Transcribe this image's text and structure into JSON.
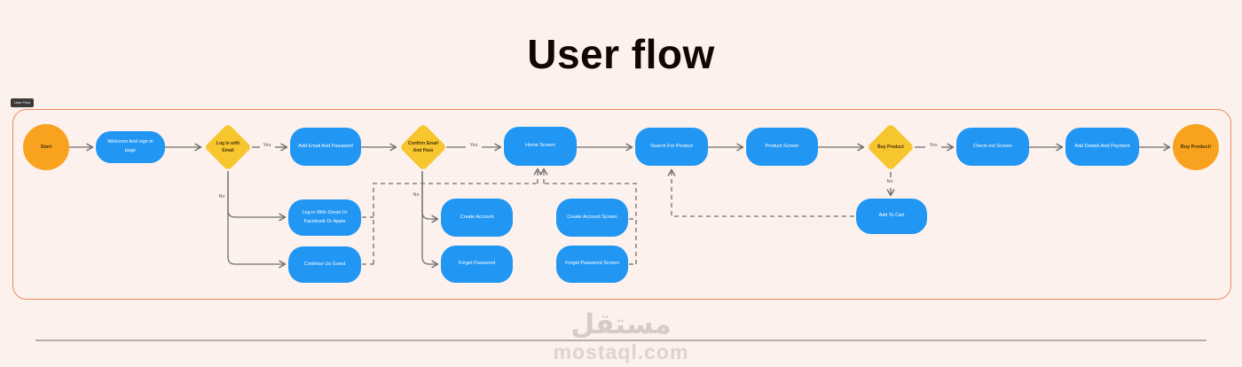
{
  "page": {
    "title": "User flow",
    "frame_label": "User Flow"
  },
  "theme": {
    "accent_blue": "#2196F3",
    "accent_orange": "#F9A21F",
    "accent_yellow": "#F7C52E",
    "canvas_bg": "#FCF1EC",
    "frame_border": "#EE8A62",
    "line_gray": "#6F6F6F"
  },
  "flow": {
    "nodes": [
      {
        "id": "start",
        "type": "start-circle",
        "label": "Start"
      },
      {
        "id": "welcome",
        "type": "process",
        "label": "Welcome And sign in page"
      },
      {
        "id": "login-email",
        "type": "decision",
        "label": "Log In with Email"
      },
      {
        "id": "add-email",
        "type": "process",
        "label": "Add Email And Password"
      },
      {
        "id": "confirm-email",
        "type": "decision",
        "label": "Confirm Email And Pass"
      },
      {
        "id": "home-screen",
        "type": "process",
        "label": "Home Screen"
      },
      {
        "id": "search-product",
        "type": "process",
        "label": "Search For Product"
      },
      {
        "id": "product-screen",
        "type": "process",
        "label": "Product Screen"
      },
      {
        "id": "buy-decision",
        "type": "decision",
        "label": "Buy Product"
      },
      {
        "id": "checkout-screen",
        "type": "process",
        "label": "Check out Screen"
      },
      {
        "id": "add-details-payment",
        "type": "process",
        "label": "Add Details And Payment"
      },
      {
        "id": "buy-product-end",
        "type": "end-circle",
        "label": "Buy Product!"
      },
      {
        "id": "login-gmail",
        "type": "process",
        "label": "Log in With Gmail Or Facebook Or Apple"
      },
      {
        "id": "continue-guest",
        "type": "process",
        "label": "Continue Us Guest"
      },
      {
        "id": "create-account",
        "type": "process",
        "label": "Create Account"
      },
      {
        "id": "create-account-screen",
        "type": "process",
        "label": "Create Account Screen"
      },
      {
        "id": "forget-password",
        "type": "process",
        "label": "Forget Password"
      },
      {
        "id": "forget-password-screen",
        "type": "process",
        "label": "Forget Password Screen"
      },
      {
        "id": "add-to-cart",
        "type": "process",
        "label": "Add To Cart"
      }
    ],
    "edge_labels": [
      {
        "id": "yes-login",
        "text": "Yes"
      },
      {
        "id": "yes-confirm",
        "text": "Yes"
      },
      {
        "id": "yes-buy",
        "text": "Yes"
      },
      {
        "id": "no-login",
        "text": "No"
      },
      {
        "id": "no-confirm",
        "text": "No"
      },
      {
        "id": "no-buy",
        "text": "No"
      }
    ]
  },
  "watermark": {
    "logo_text": "مستقل",
    "site": "mostaql.com"
  }
}
